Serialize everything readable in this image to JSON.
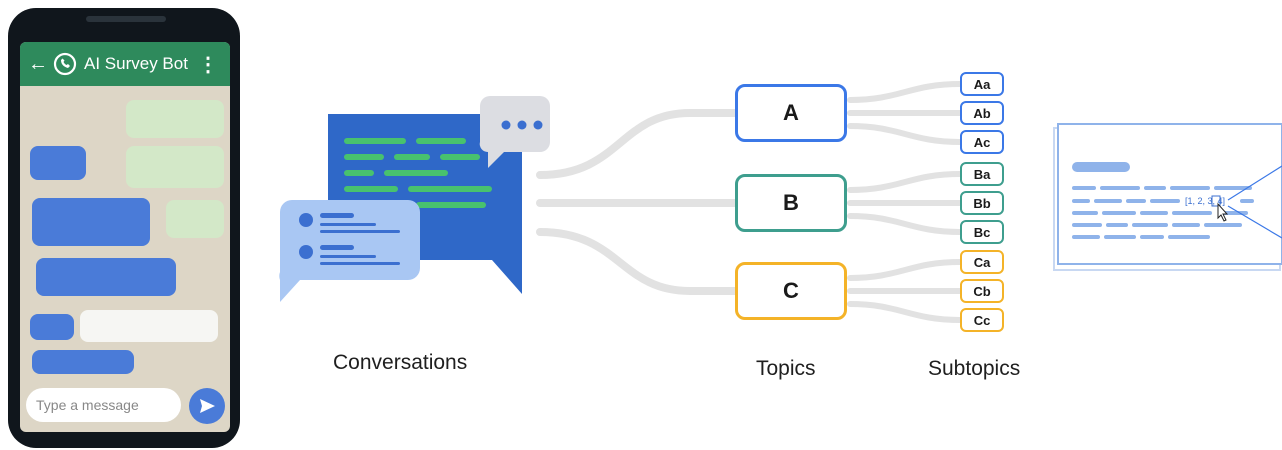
{
  "chat": {
    "title": "AI Survey Bot",
    "input_placeholder": "Type a message"
  },
  "labels": {
    "conversations": "Conversations",
    "topics": "Topics",
    "subtopics": "Subtopics"
  },
  "topics": [
    {
      "label": "A",
      "color": "#3b78e7",
      "subtopics": [
        "Aa",
        "Ab",
        "Ac"
      ]
    },
    {
      "label": "B",
      "color": "#3e9e8e",
      "subtopics": [
        "Ba",
        "Bb",
        "Bc"
      ]
    },
    {
      "label": "C",
      "color": "#f4b328",
      "subtopics": [
        "Ca",
        "Cb",
        "Cc"
      ]
    }
  ],
  "doc": {
    "citation": "[1, 2, 3, 4]"
  },
  "colors": {
    "whatsapp_green": "#2e8a5c",
    "bubble_blue": "#4a7bd8",
    "bubble_green": "#d3e8c8",
    "doc_blue": "#8fb3ea"
  }
}
